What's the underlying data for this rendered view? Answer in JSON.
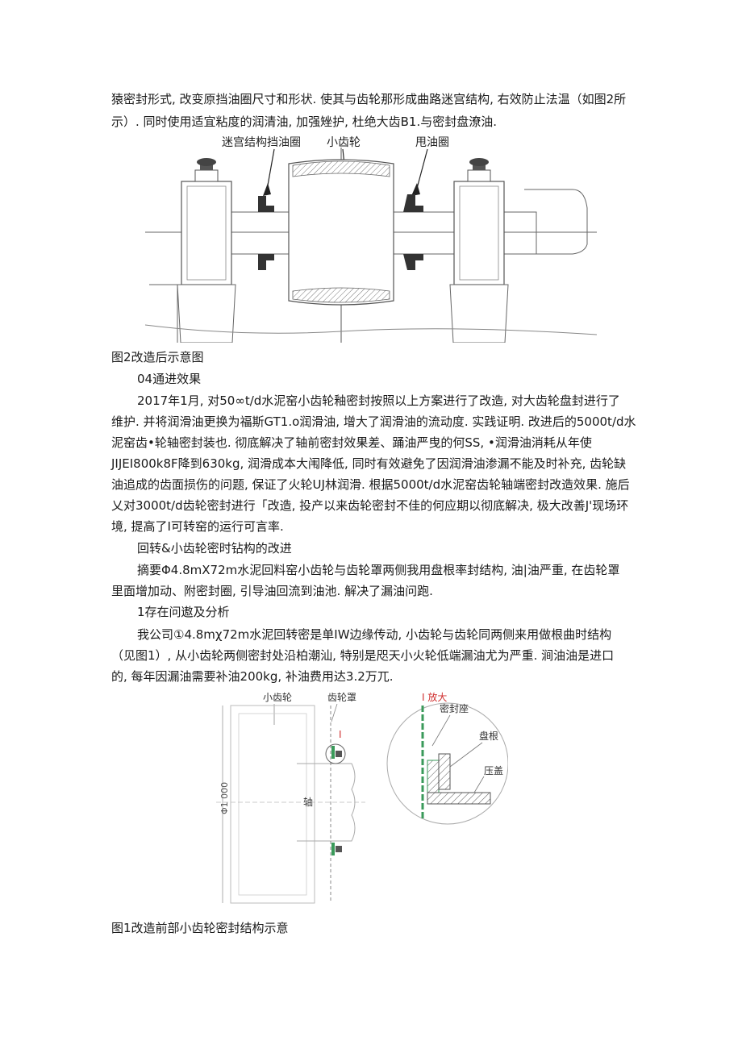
{
  "paragraphs": {
    "p1_l1": "猿密封形式, 改变原挡油圈尺寸和形状. 使其与齿轮那形成曲路迷宫结构, 右效防止法温（如图2所",
    "p1_l2": "示）. 同时使用适宜粘度的润清油, 加强矬护, 杜绝大齿B1.与密封盘潦油.",
    "fig2_caption": "图2改造后示意图",
    "sec04_title": "04通进效果",
    "p2_l1": "2017年1月, 对50∞t/d水泥窑小齿轮釉密封按照以上方案进行了改造, 对大齿轮盘封进行了",
    "p2_l2": "维护. 并将润滑油更换为福斯GT1.o润滑油, 增大了润滑油的流动度. 实践证明. 改进后的5000t/d水",
    "p2_l3": "泥窑齿•轮轴密封装也. 彻底解决了轴前密封效果差、踊油严曳的何SS, •润滑油消耗从年使",
    "p2_l4": "JIJEI800k8F降到630kg, 润滑成本大闱降低, 同时有效避免了因润滑油渗漏不能及时补充, 齿轮缺",
    "p2_l5": "油追成的齿面损伤的问题, 保证了火轮UJ林润滑. 根据5000t/d水泥窑齿轮轴端密封改造效果. 施后",
    "p2_l6": "乂对3000t/d齿轮密封进行「改造, 投产以来齿轮密封不佳的何应期以彻底解决, 极大改善J'现场环",
    "p2_l7": "境, 提高了I可转窑的运行可言率.",
    "title2": "回转&小齿轮密时钻构的改进",
    "abs_l1": "摘要Φ4.8mX72m水泥回料窑小齿轮与齿轮罩两侧我用盘根率封结构, 油|油严重, 在齿轮罩",
    "abs_l2": "里面增加动、附密封圈, 引导油回流到油池. 解决了漏油问跑.",
    "sec1_title": "1存在问遨及分析",
    "p3_l1": "我公司①4.8mχ72m水泥回转密是单IW边缘传动, 小齿轮与齿轮同两侧来用做根曲时结构",
    "p3_l2": "（见图1）, 从小齿轮两侧密封处沿柏潮汕, 特别是咫天小火轮低端漏油尤为严重. 涧油油是进口",
    "p3_l3": "的, 每年因漏油需要补油200kg, 补油费用达3.2万兀.",
    "fig1_caption": "图1改造前部小齿轮密封结构示意"
  },
  "fig2": {
    "label_labyrinth": "迷宫结构挡油圈",
    "label_pinion": "小齿轮",
    "label_slinger": "甩油圈"
  },
  "fig1": {
    "label_pinion": "小齿轮",
    "label_cover": "齿轮罩",
    "label_detail_marker": "I",
    "label_enlarge": "I 放大",
    "label_seat": "密封座",
    "label_packing": "盘根",
    "label_gland": "压盖",
    "label_shaft": "轴",
    "label_dia": "Φ1 000"
  },
  "colors": {
    "text": "#1a1a1a",
    "line": "#555555",
    "green": "#3a9a5a",
    "red": "#d03030"
  }
}
